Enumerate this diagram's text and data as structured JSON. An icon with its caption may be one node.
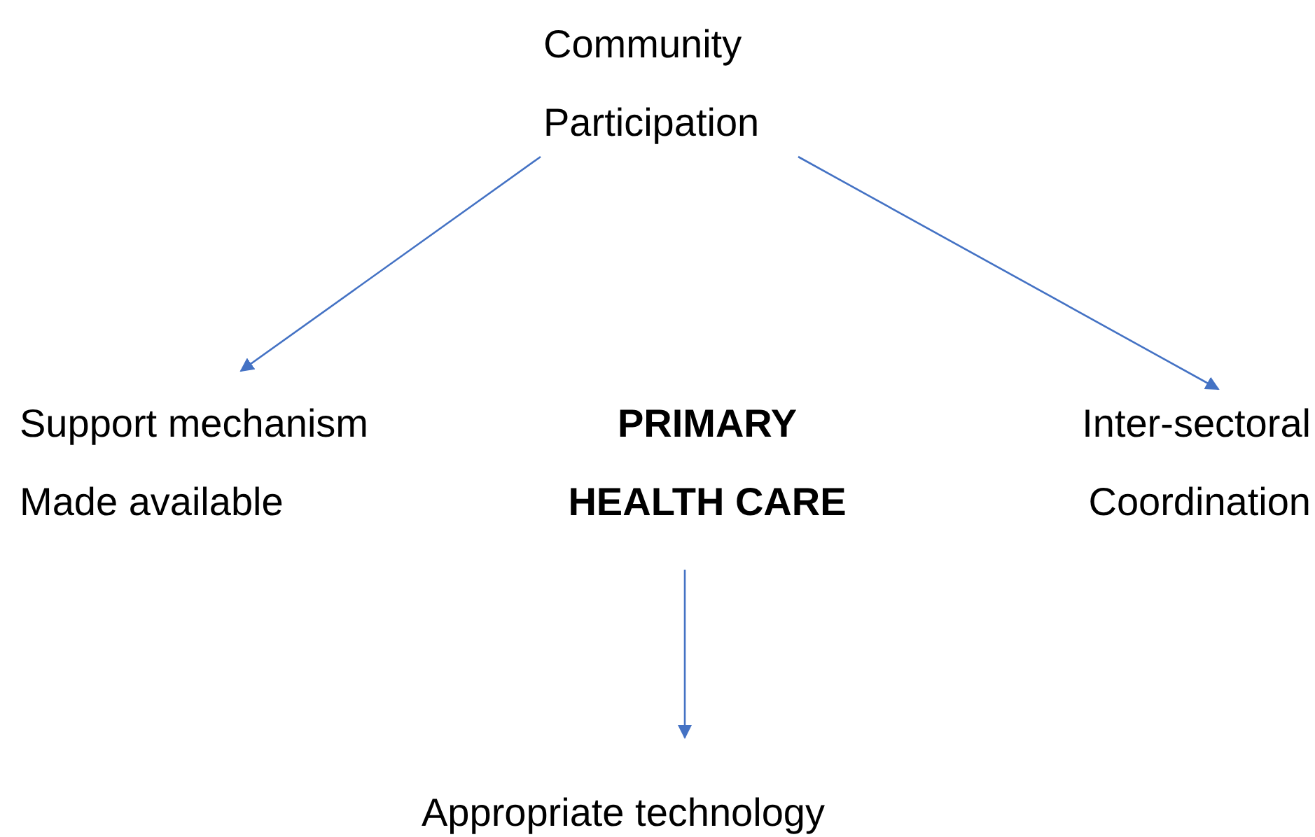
{
  "diagram": {
    "nodes": [
      {
        "text": [
          "Community Participation"
        ]
      },
      {
        "text": [
          "Support mechanism Made available"
        ]
      },
      {
        "text": [
          "PRIMARY HEALTH CARE"
        ]
      },
      {
        "text": [
          "Inter-sectoral Coordination"
        ]
      },
      {
        "text": [
          "Appropriate technology"
        ]
      }
    ],
    "edges": [
      {
        "from": 0,
        "to": 1,
        "arrow": "to"
      },
      {
        "from": 0,
        "to": 3,
        "arrow": "to"
      },
      {
        "from": 2,
        "to": 4,
        "arrow": "to"
      }
    ]
  }
}
